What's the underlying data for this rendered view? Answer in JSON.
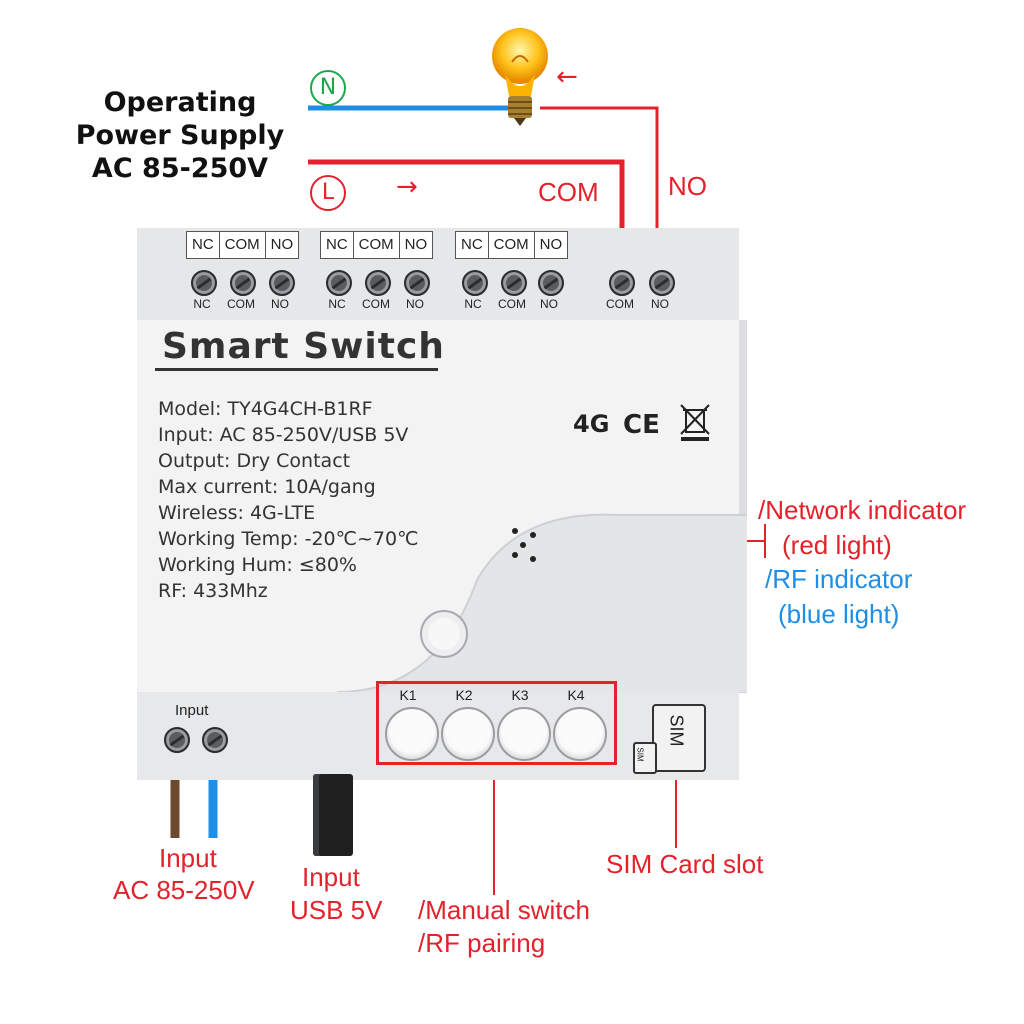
{
  "power_supply": {
    "line1": "Operating",
    "line2": "Power Supply",
    "line3": "AC 85-250V"
  },
  "wires": {
    "neutral_label": "N",
    "live_label": "L",
    "com_label": "COM",
    "no_label": "NO",
    "arrow_symbol": "→",
    "bulb_arrow_symbol": "←",
    "neutral_color": "#1e8ee6",
    "live_color": "#e3222b"
  },
  "terminals": {
    "channels": [
      {
        "top": [
          "NC",
          "COM",
          "NO"
        ],
        "bottom": [
          "NC",
          "COM",
          "NO"
        ]
      },
      {
        "top": [
          "NC",
          "COM",
          "NO"
        ],
        "bottom": [
          "NC",
          "COM",
          "NO"
        ]
      },
      {
        "top": [
          "NC",
          "COM",
          "NO"
        ],
        "bottom": [
          "NC",
          "COM",
          "NO"
        ]
      },
      {
        "top": [],
        "bottom": [
          "COM",
          "NO"
        ]
      }
    ]
  },
  "device": {
    "title": "Smart  Switch",
    "specs": [
      "Model:  TY4G4CH-B1RF",
      "Input:  AC 85-250V/USB 5V",
      "Output:  Dry Contact",
      "Max current:  10A/gang",
      "Wireless:  4G-LTE",
      "Working Temp:  -20℃~70℃",
      "Working Hum:  ≤80%",
      "RF:  433Mhz"
    ],
    "cert_4g": "4G",
    "cert_ce": "CE",
    "buttons": [
      "K1",
      "K2",
      "K3",
      "K4"
    ],
    "input_terminal_label": "Input",
    "sim_label": "SIM",
    "sim_small_label": "SIM"
  },
  "callouts": {
    "network_1": "/Network indicator",
    "network_2": "(red light)",
    "rf_1": "/RF indicator",
    "rf_2": "(blue light)",
    "input_ac_1": "Input",
    "input_ac_2": "AC 85-250V",
    "input_usb_1": "Input",
    "input_usb_2": "USB 5V",
    "manual_1": "/Manual switch",
    "manual_2": "/RF pairing",
    "sim_slot": "SIM Card slot"
  }
}
